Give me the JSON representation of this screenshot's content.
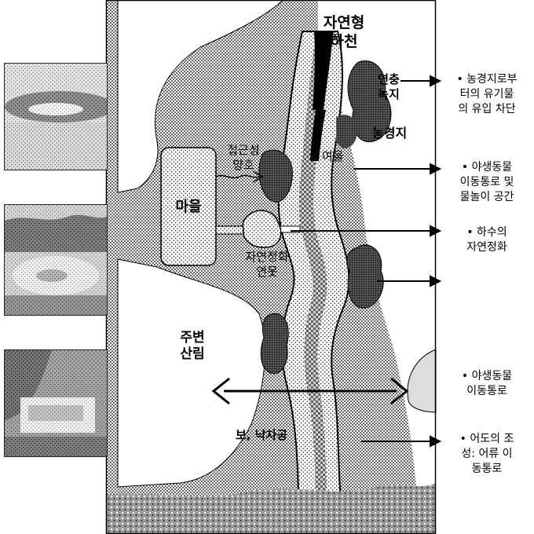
{
  "labels": {
    "natural_river": [
      "자연형",
      "하천"
    ],
    "riparian_green": [
      "연충",
      "녹지"
    ],
    "farmland": "농경지",
    "accessibility": [
      "접근성",
      "양호"
    ],
    "riffle": "여울",
    "village": "마을",
    "purification_pond": [
      "자연정화",
      "연못"
    ],
    "forest": [
      "주변",
      "산림"
    ],
    "weir": "보, 낙차공"
  },
  "notes": [
    [
      "• 농경지로부",
      "터의 유기물",
      "의 유입 차단"
    ],
    [
      "• 야생동물",
      "이동통로 및",
      "물놀이 공간"
    ],
    [
      "• 하수의",
      "자연정화"
    ],
    [
      "• 야생동물",
      "이동통로"
    ],
    [
      "• 어도의 조",
      "성: 어류 이",
      "동통로"
    ]
  ],
  "photos": [
    {
      "icon": "riverside-stones-photo"
    },
    {
      "icon": "wetland-pond-photo"
    },
    {
      "icon": "weir-stream-photo"
    }
  ]
}
